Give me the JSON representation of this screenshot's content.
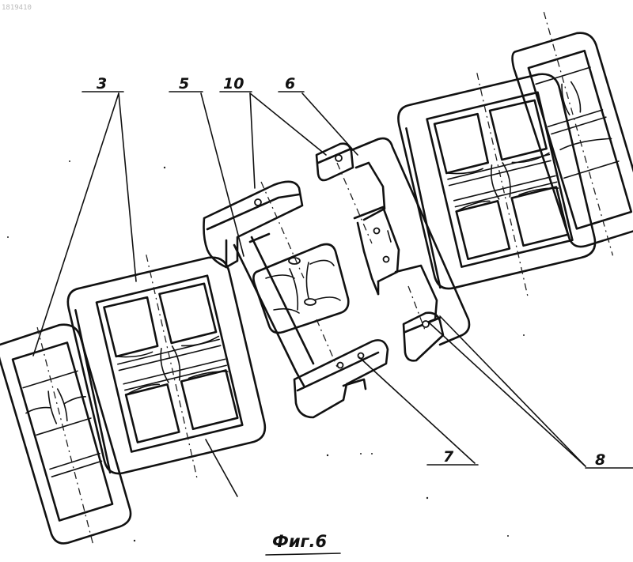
{
  "watermark": "1819410",
  "caption": "Фиг.6",
  "labels": {
    "part_3": "3",
    "part_5": "5",
    "part_10": "10",
    "part_6": "6",
    "part_7": "7",
    "part_8": "8"
  }
}
